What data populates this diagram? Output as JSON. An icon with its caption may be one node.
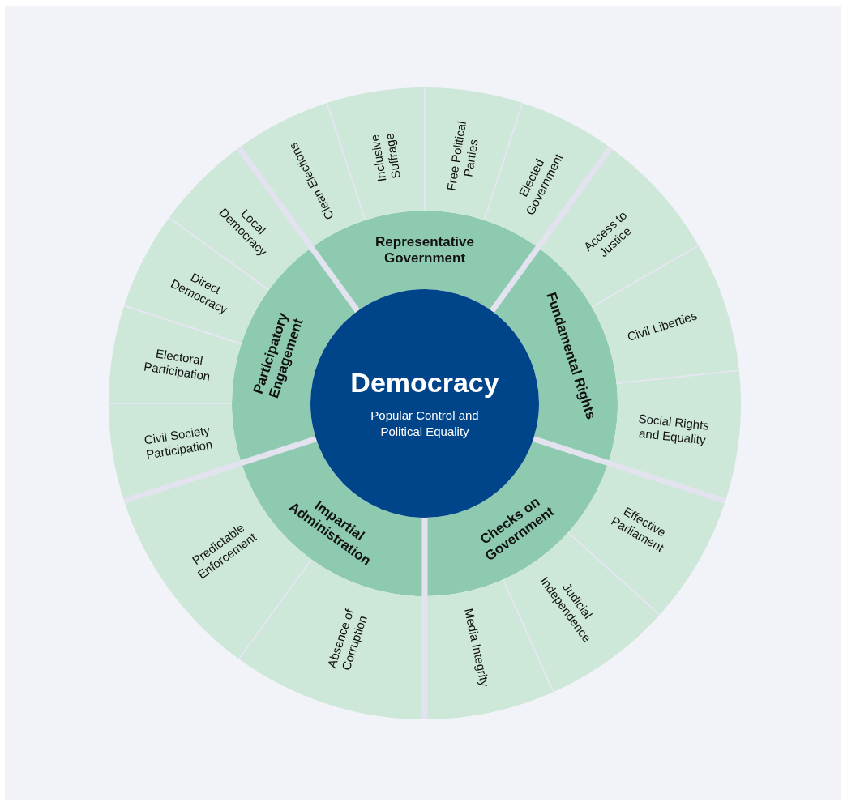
{
  "diagram": {
    "nodes": [
      {
        "text": [
          "Democracy",
          "Popular Control and Political Equality"
        ]
      },
      {
        "text": [
          "Representative Government"
        ]
      },
      {
        "text": [
          "Fundamental Rights"
        ]
      },
      {
        "text": [
          "Checks on Government"
        ]
      },
      {
        "text": [
          "Impartial Administration"
        ]
      },
      {
        "text": [
          "Participatory Engagement"
        ]
      },
      {
        "text": [
          "Clean Elections"
        ]
      },
      {
        "text": [
          "Inclusive Suffrage"
        ]
      },
      {
        "text": [
          "Free Political Parties"
        ]
      },
      {
        "text": [
          "Elected Government"
        ]
      },
      {
        "text": [
          "Access to Justice"
        ]
      },
      {
        "text": [
          "Civil Liberties"
        ]
      },
      {
        "text": [
          "Social Rights and Equality"
        ]
      },
      {
        "text": [
          "Effective Parliament"
        ]
      },
      {
        "text": [
          "Judicial Independence"
        ]
      },
      {
        "text": [
          "Media Integrity"
        ]
      },
      {
        "text": [
          "Absence of Corruption"
        ]
      },
      {
        "text": [
          "Predictable Enforcement"
        ]
      },
      {
        "text": [
          "Civil Society Participation"
        ]
      },
      {
        "text": [
          "Electoral Participation"
        ]
      },
      {
        "text": [
          "Direct Democracy"
        ]
      },
      {
        "text": [
          "Local Democracy"
        ]
      }
    ]
  }
}
